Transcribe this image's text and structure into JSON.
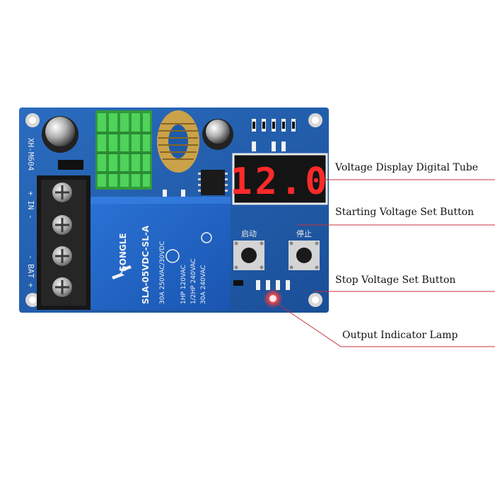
{
  "board": {
    "model": "XH-M604",
    "terminal_in": "+ IN -",
    "terminal_bat": "- BAT +",
    "display_value": "12.0",
    "start_label_cn": "启动",
    "stop_label_cn": "停止"
  },
  "relay": {
    "brand": "SONGLE",
    "model": "SLA-05VDC-SL-A",
    "rating1": "30A 250VAC/30VDC",
    "rating2": "1HP 120VAC",
    "rating3": "1/2HP 240VAC",
    "rating4": "30A 240VAC"
  },
  "callouts": {
    "display": "Voltage Display Digital Tube",
    "start": "Starting Voltage Set Button",
    "stop": "Stop Voltage Set Button",
    "lamp": "Output Indicator Lamp"
  },
  "colors": {
    "pcb": "#1e5aa8",
    "relay": "#1f63c8",
    "heatsink": "#3fbf4a",
    "display_red": "#ff2a2a",
    "callout_line": "#c8323c"
  }
}
